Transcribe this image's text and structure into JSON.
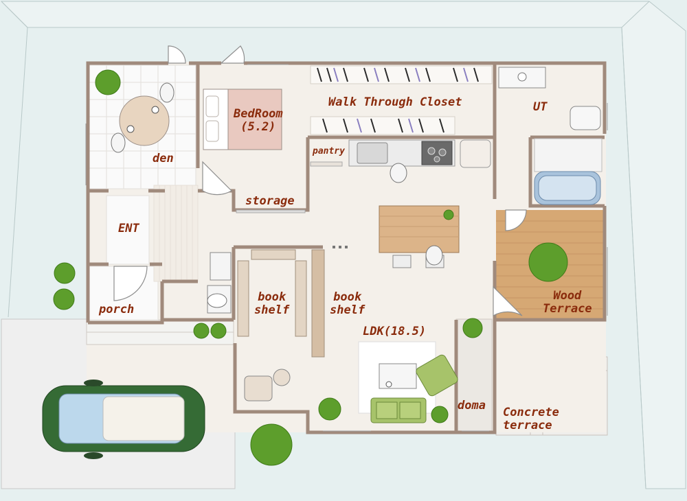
{
  "title": "",
  "rooms": {
    "den": "den",
    "bedroom": "BedRoom\n(5.2)",
    "walk_through_closet": "Walk Through Closet",
    "ut": "UT",
    "pantry": "pantry",
    "storage": "storage",
    "ent": "ENT",
    "porch": "porch",
    "book_shelf_1": "book\nshelf",
    "book_shelf_2": "book\nshelf",
    "ldk": "LDK(18.5)",
    "wood_terrace": "Wood\nTerrace",
    "doma": "doma",
    "concrete_terrace": "Concrete\nterrace"
  },
  "colors": {
    "label": "#8a2b0c",
    "wall": "#a08a7c",
    "floor": "#f4f0ea",
    "wood_deck": "#d6a874",
    "bed_cover": "#e9c9c0",
    "table_wood": "#dcb489",
    "sofa": "#a7c36a",
    "car_body": "#356b35",
    "car_glass": "#bcd8ec",
    "tub": "#a9c3dc",
    "plant": "#5d9e2c",
    "yard": "#e6f0f0"
  }
}
